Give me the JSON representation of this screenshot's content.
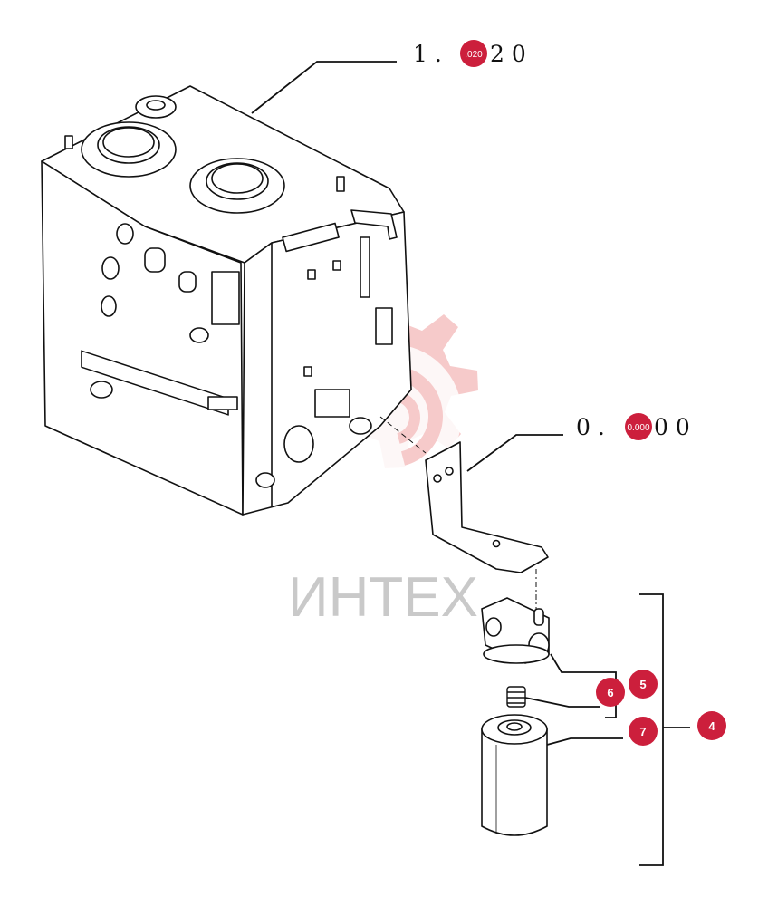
{
  "references": [
    {
      "id": "ref-top",
      "prefix": "1 .",
      "badge": ".020",
      "suffix": "2 0"
    },
    {
      "id": "ref-bracket",
      "prefix": "0 .",
      "badge": "0.000",
      "suffix": "0 0"
    }
  ],
  "callouts": [
    {
      "number": "4"
    },
    {
      "number": "5"
    },
    {
      "number": "6"
    },
    {
      "number": "7"
    }
  ],
  "watermark": {
    "text": "ИНТЕХ"
  },
  "colors": {
    "badge": "#cc1f3c",
    "line": "#111111",
    "watermark": "#f3b0b0"
  }
}
